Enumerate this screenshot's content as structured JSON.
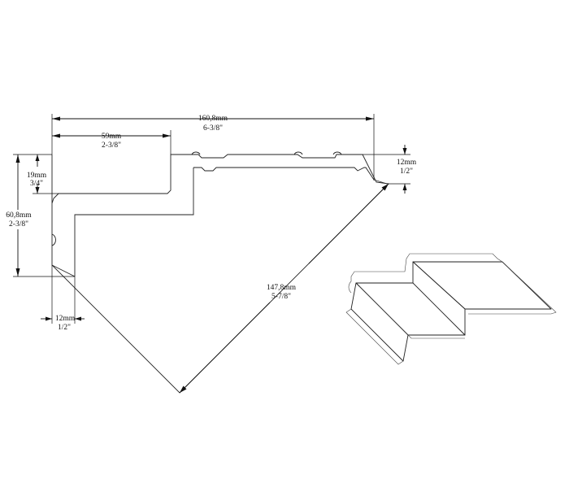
{
  "dimensions": {
    "overall_width": {
      "metric": "160,8mm",
      "imperial": "6-3/8\""
    },
    "top_flange": {
      "metric": "59mm",
      "imperial": "2-3/8\""
    },
    "lip_height_right": {
      "metric": "12mm",
      "imperial": "1/2\""
    },
    "step_height": {
      "metric": "19mm",
      "imperial": "3/4\""
    },
    "overall_height": {
      "metric": "60,8mm",
      "imperial": "2-3/8\""
    },
    "lip_left": {
      "metric": "12mm",
      "imperial": "1/2\""
    },
    "diagonal": {
      "metric": "147,8mm",
      "imperial": "5-7/8\""
    }
  },
  "colors": {
    "line": "#222222",
    "background": "#ffffff"
  }
}
